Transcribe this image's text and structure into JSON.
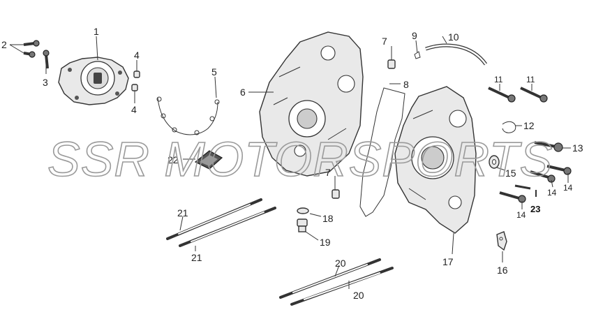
{
  "watermark": "SSR MOTORSPORTS",
  "callouts": {
    "c1": "1",
    "c2": "2",
    "c3": "3",
    "c4a": "4",
    "c4b": "4",
    "c5": "5",
    "c6": "6",
    "c7a": "7",
    "c7b": "7",
    "c8": "8",
    "c9": "9",
    "c10": "10",
    "c11a": "11",
    "c11b": "11",
    "c12": "12",
    "c13": "13",
    "c14a": "14",
    "c14b": "14",
    "c14c": "14",
    "c15": "15",
    "c16": "16",
    "c17": "17",
    "c18": "18",
    "c19": "19",
    "c20a": "20",
    "c20b": "20",
    "c21a": "21",
    "c21b": "21",
    "c22": "22",
    "c23": "23"
  }
}
